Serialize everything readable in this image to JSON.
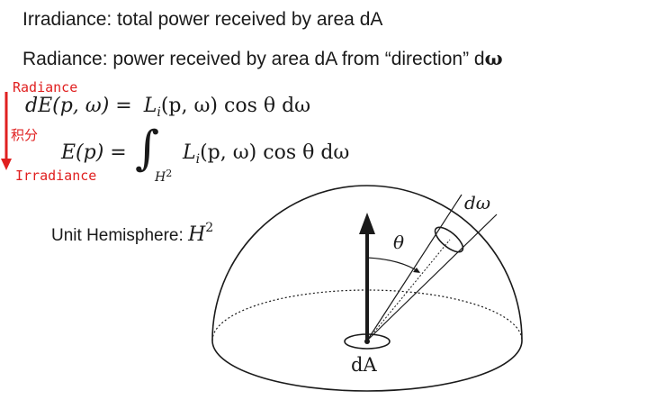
{
  "text": {
    "irradiance_def": "Irradiance: total power received by area dA",
    "radiance_def_prefix": "Radiance: power received by area dA from “direction” d",
    "radiance_def_omega": "ω"
  },
  "annotations": {
    "top": "Radiance",
    "middle": "积分",
    "bottom": "Irradiance",
    "color": "#e02020"
  },
  "equations": {
    "eq1_lhs": "dE(p, ω) =",
    "eq1_rhs": "L",
    "eq1_rhs_sub": "i",
    "eq1_rhs_rest": "(p, ω) cos θ dω",
    "eq2_lhs": "E(p) =",
    "eq2_integral": "∫",
    "eq2_domain": "H",
    "eq2_domain_sup": "2",
    "eq2_integrand": "L",
    "eq2_integrand_sub": "i",
    "eq2_integrand_rest": "(p, ω) cos θ dω"
  },
  "hemisphere": {
    "label": "Unit Hemisphere: ",
    "label_math": "H",
    "label_math_sup": "2",
    "theta_label": "θ",
    "domega_label": "dω",
    "dA_label": "dA"
  }
}
